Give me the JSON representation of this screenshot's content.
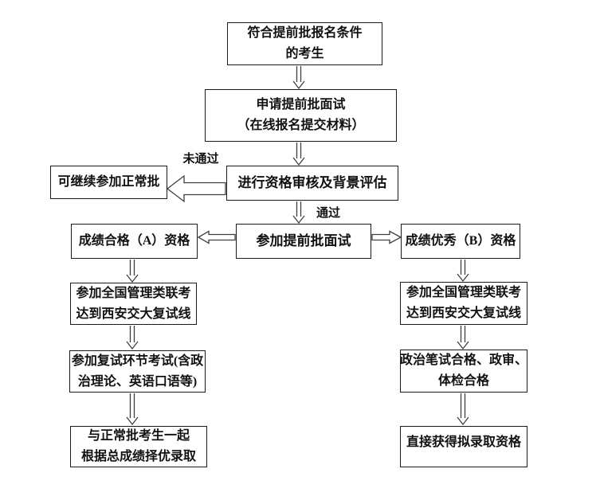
{
  "diagram": {
    "type": "flowchart",
    "language": "zh-CN",
    "colors": {
      "background": "#ffffff",
      "box_border": "#1a1a1a",
      "arrow_stroke": "#3f3f3f",
      "text": "#111111"
    },
    "nodes": {
      "eligible": {
        "lines": [
          "符合提前批报名条件",
          "的考生"
        ]
      },
      "apply": {
        "lines": [
          "申请提前批面试",
          "（在线报名提交材料）"
        ]
      },
      "review": {
        "lines": [
          "进行资格审核及背景评估"
        ]
      },
      "normal_batch": {
        "lines": [
          "可继续参加正常批"
        ]
      },
      "grade_a": {
        "lines": [
          "成绩合格（A）资格"
        ]
      },
      "interview": {
        "lines": [
          "参加提前批面试"
        ]
      },
      "grade_b": {
        "lines": [
          "成绩优秀（B）资格"
        ]
      },
      "left_exam": {
        "lines": [
          "参加全国管理类联考",
          "达到西安交大复试线"
        ]
      },
      "left_retest": {
        "lines": [
          "参加复试环节考试(含政",
          "治理论、英语口语等)"
        ]
      },
      "left_admit": {
        "lines": [
          "与正常批考生一起",
          "根据总成绩择优录取"
        ]
      },
      "right_exam": {
        "lines": [
          "参加全国管理类联考",
          "达到西安交大复试线"
        ]
      },
      "right_checks": {
        "lines": [
          "政治笔试合格、政审、",
          "体检合格"
        ]
      },
      "right_admit": {
        "lines": [
          "直接获得拟录取资格"
        ]
      }
    },
    "edge_labels": {
      "fail": "未通过",
      "pass": "通过"
    }
  }
}
